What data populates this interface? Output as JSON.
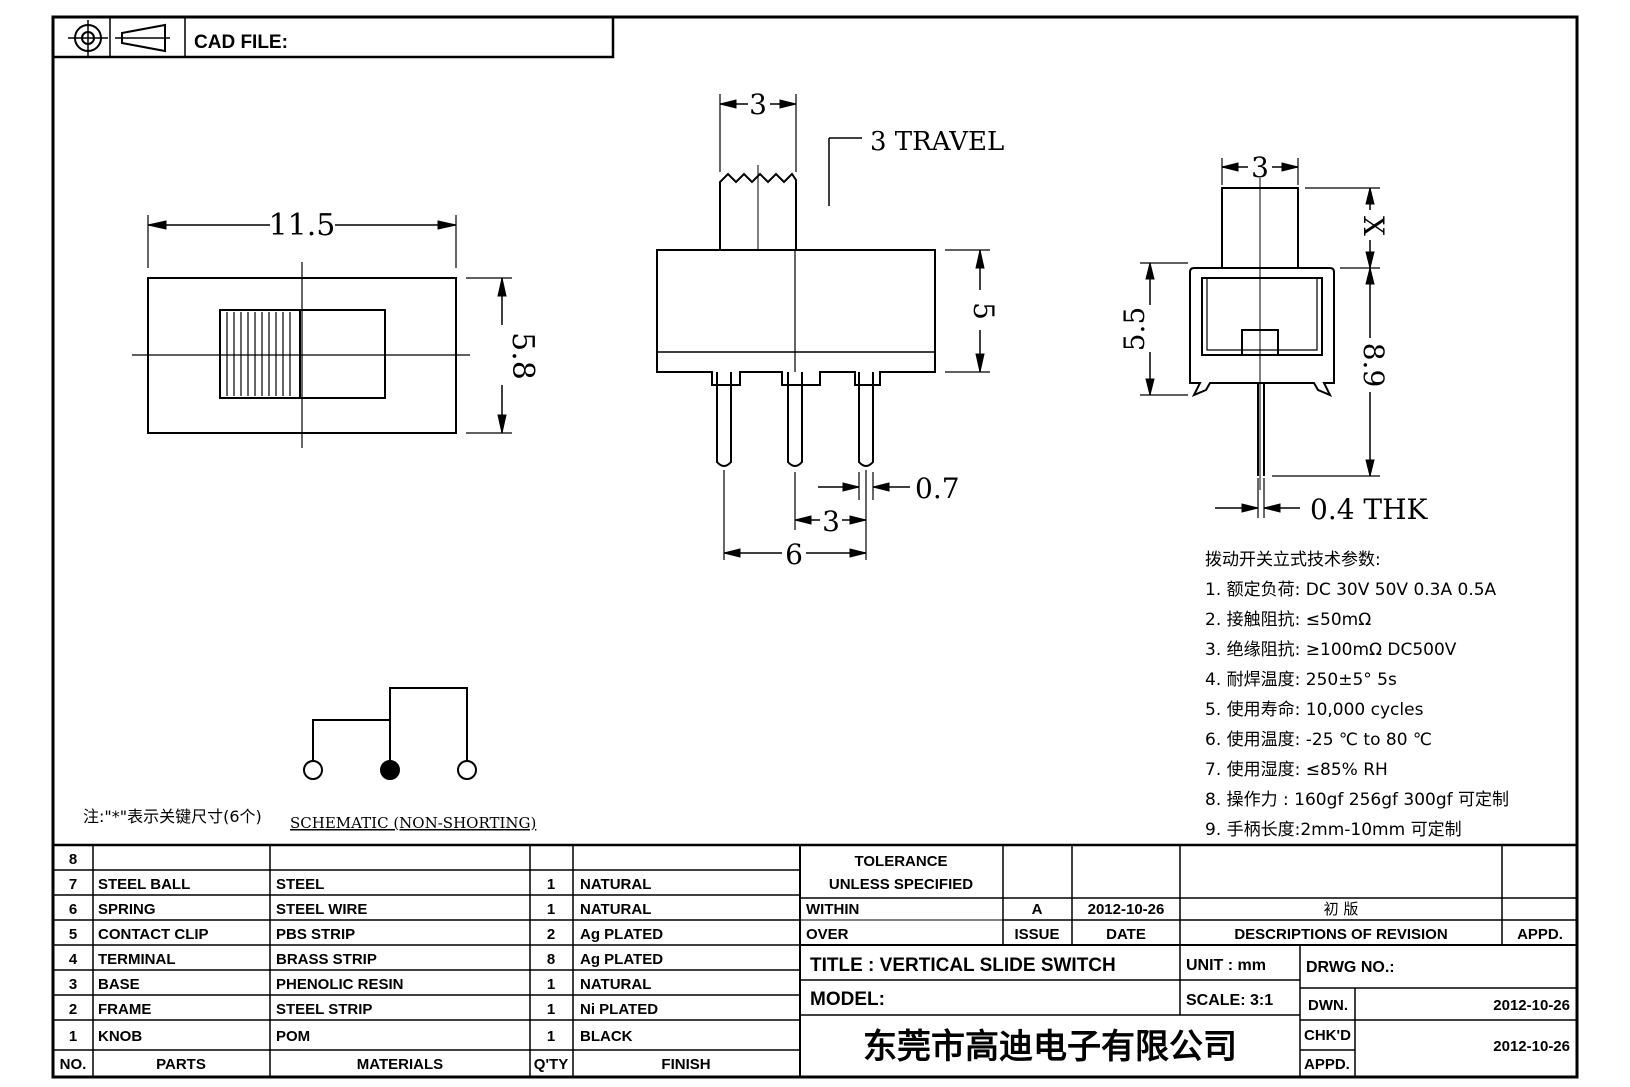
{
  "header": {
    "cad_file_label": "CAD FILE:",
    "icons": [
      "projection-target-icon",
      "projection-cone-icon"
    ]
  },
  "top_view": {
    "width_dim": "11.5",
    "height_dim": "5.8"
  },
  "front_view": {
    "knob_width_dim": "3",
    "travel_label": "3 TRAVEL",
    "body_height_dim": "5",
    "pin_width_dim": "0.7",
    "pin_pitch_dim": "3",
    "pin_span_dim": "6"
  },
  "side_view": {
    "knob_width_dim": "3",
    "knob_height_dim": "X",
    "body_height_dim": "5.5",
    "total_height_dim": "8.9",
    "pin_thk_label": "0.4  THK"
  },
  "specs": {
    "title": "拨动开关立式技术参数:",
    "items": [
      "1.  额定负荷: DC 30V    50V    0.3A    0.5A",
      "2.  接触阻抗: ≤50mΩ",
      "3.  绝缘阻抗: ≥100mΩ   DC500V",
      "4.  耐焊温度: 250±5°  5s",
      "5.  使用寿命: 10,000 cycles",
      "6.  使用温度: -25  ℃   to 80  ℃",
      "7.  使用湿度: ≤85% RH",
      "8.  操作力 : 160gf    256gf    300gf   可定制",
      "9.  手柄长度:2mm-10mm   可定制"
    ]
  },
  "schematic": {
    "note": "注:\"*\"表示关键尺寸(6个)",
    "label": "SCHEMATIC (NON-SHORTING)"
  },
  "bom": {
    "rows": [
      {
        "no": "8",
        "part": "",
        "material": "",
        "qty": "",
        "finish": ""
      },
      {
        "no": "7",
        "part": "STEEL BALL",
        "material": "STEEL",
        "qty": "1",
        "finish": "NATURAL"
      },
      {
        "no": "6",
        "part": "SPRING",
        "material": "STEEL WIRE",
        "qty": "1",
        "finish": "NATURAL"
      },
      {
        "no": "5",
        "part": "CONTACT CLIP",
        "material": "PBS STRIP",
        "qty": "2",
        "finish": "Ag PLATED"
      },
      {
        "no": "4",
        "part": "TERMINAL",
        "material": "BRASS STRIP",
        "qty": "8",
        "finish": "Ag PLATED"
      },
      {
        "no": "3",
        "part": "BASE",
        "material": "PHENOLIC RESIN",
        "qty": "1",
        "finish": "NATURAL"
      },
      {
        "no": "2",
        "part": "FRAME",
        "material": "STEEL STRIP",
        "qty": "1",
        "finish": "Ni PLATED"
      },
      {
        "no": "1",
        "part": "KNOB",
        "material": "POM",
        "qty": "1",
        "finish": "BLACK"
      }
    ],
    "headers": {
      "no": "NO.",
      "parts": "PARTS",
      "materials": "MATERIALS",
      "qty": "Q'TY",
      "finish": "FINISH"
    }
  },
  "title_block": {
    "tolerance_1": "TOLERANCE",
    "tolerance_2": "UNLESS   SPECIFIED",
    "within": "WITHIN",
    "over": "OVER",
    "rev_issue": "A",
    "rev_date": "2012-10-26",
    "rev_desc": "初    版",
    "issue_hdr": "ISSUE",
    "date_hdr": "DATE",
    "desc_hdr": "DESCRIPTIONS  OF  REVISION",
    "appd_hdr": "APPD.",
    "title": "TITLE :   VERTICAL  SLIDE  SWITCH",
    "unit": "UNIT :   mm",
    "drwg_no": "DRWG NO.:",
    "model": "MODEL:",
    "scale": "SCALE:   3:1",
    "dwn_label": "DWN.",
    "dwn_date": "2012-10-26",
    "chkd_label": "CHK'D",
    "appd_label": "APPD.",
    "chk_date": "2012-10-26",
    "company": "东莞市高迪电子有限公司"
  }
}
